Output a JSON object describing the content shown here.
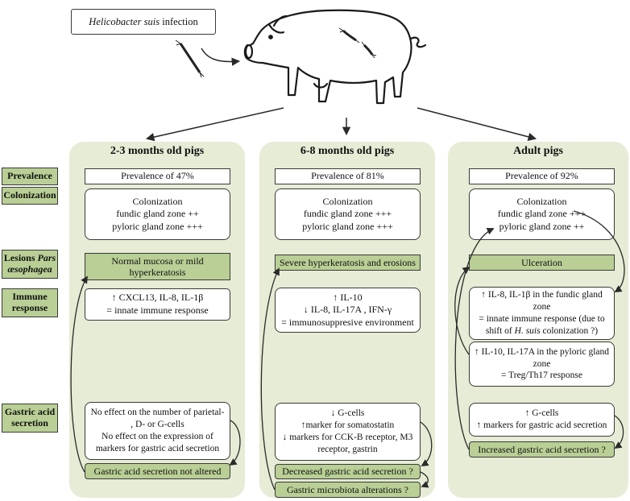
{
  "infection": {
    "organism": "Helicobacter suis",
    "suffix": " infection"
  },
  "row_labels": {
    "prevalence": "Prevalence",
    "colonization": "Colonization",
    "lesions_prefix": "Lesions ",
    "lesions_italic": "Pars æsophagea",
    "immune_1": "Immune",
    "immune_2": "response",
    "acid_1": "Gastric acid",
    "acid_2": "secretion"
  },
  "columns": [
    {
      "title": "2-3 months old pigs",
      "prevalence": "Prevalence of 47%",
      "colonization": {
        "head": "Colonization",
        "fundic": "fundic gland zone ++",
        "pyloric": "pyloric gland zone +++"
      },
      "lesion_1": "Normal mucosa or mild",
      "lesion_2": "hyperkeratosis",
      "immune_1": "↑ CXCL13, IL-8, IL-1β",
      "immune_2": "= innate immune response",
      "acid_1": "No effect on the number of parietal-",
      "acid_2": ", D- or G-cells",
      "acid_3": "No effect on the expression of",
      "acid_4": "markers for gastric acid secretion",
      "acid_outcome": "Gastric acid secretion not altered"
    },
    {
      "title": "6-8 months old pigs",
      "prevalence": "Prevalence of 81%",
      "colonization": {
        "head": "Colonization",
        "fundic": "fundic gland zone +++",
        "pyloric": "pyloric gland zone +++"
      },
      "lesion": "Severe hyperkeratosis and erosions",
      "immune_1": "↑ IL-10",
      "immune_2": "↓ IL-8, IL-17A , IFN-γ",
      "immune_3": "= immunosuppresive environment",
      "acid_1": "↓ G-cells",
      "acid_2": "↑marker for somatostatin",
      "acid_3": "↓ markers for CCK-B receptor, M3",
      "acid_4": "receptor, gastrin",
      "acid_outcome": "Decreased gastric acid secretion ?",
      "microbiota": "Gastric microbiota alterations ?"
    },
    {
      "title": "Adult pigs",
      "prevalence": "Prevalence of 92%",
      "colonization": {
        "head": "Colonization",
        "fundic": "fundic gland zone +++",
        "pyloric": "pyloric gland zone ++"
      },
      "lesion": "Ulceration",
      "immune_a1": "↑ IL-8, IL-1β in the fundic gland",
      "immune_a2": "zone",
      "immune_a3": "= innate immune response (due to",
      "immune_a4_pre": "shift of ",
      "immune_a4_it": "H. suis",
      "immune_a4_post": " colonization ?)",
      "immune_b1": "↑ IL-10, IL-17A in the pyloric gland",
      "immune_b2": "zone",
      "immune_b3": "= Treg/Th17 response",
      "acid_1": "↑ G-cells",
      "acid_2": "↑ markers for gastric acid secretion",
      "acid_outcome": "Increased gastric acid secretion ?"
    }
  ]
}
